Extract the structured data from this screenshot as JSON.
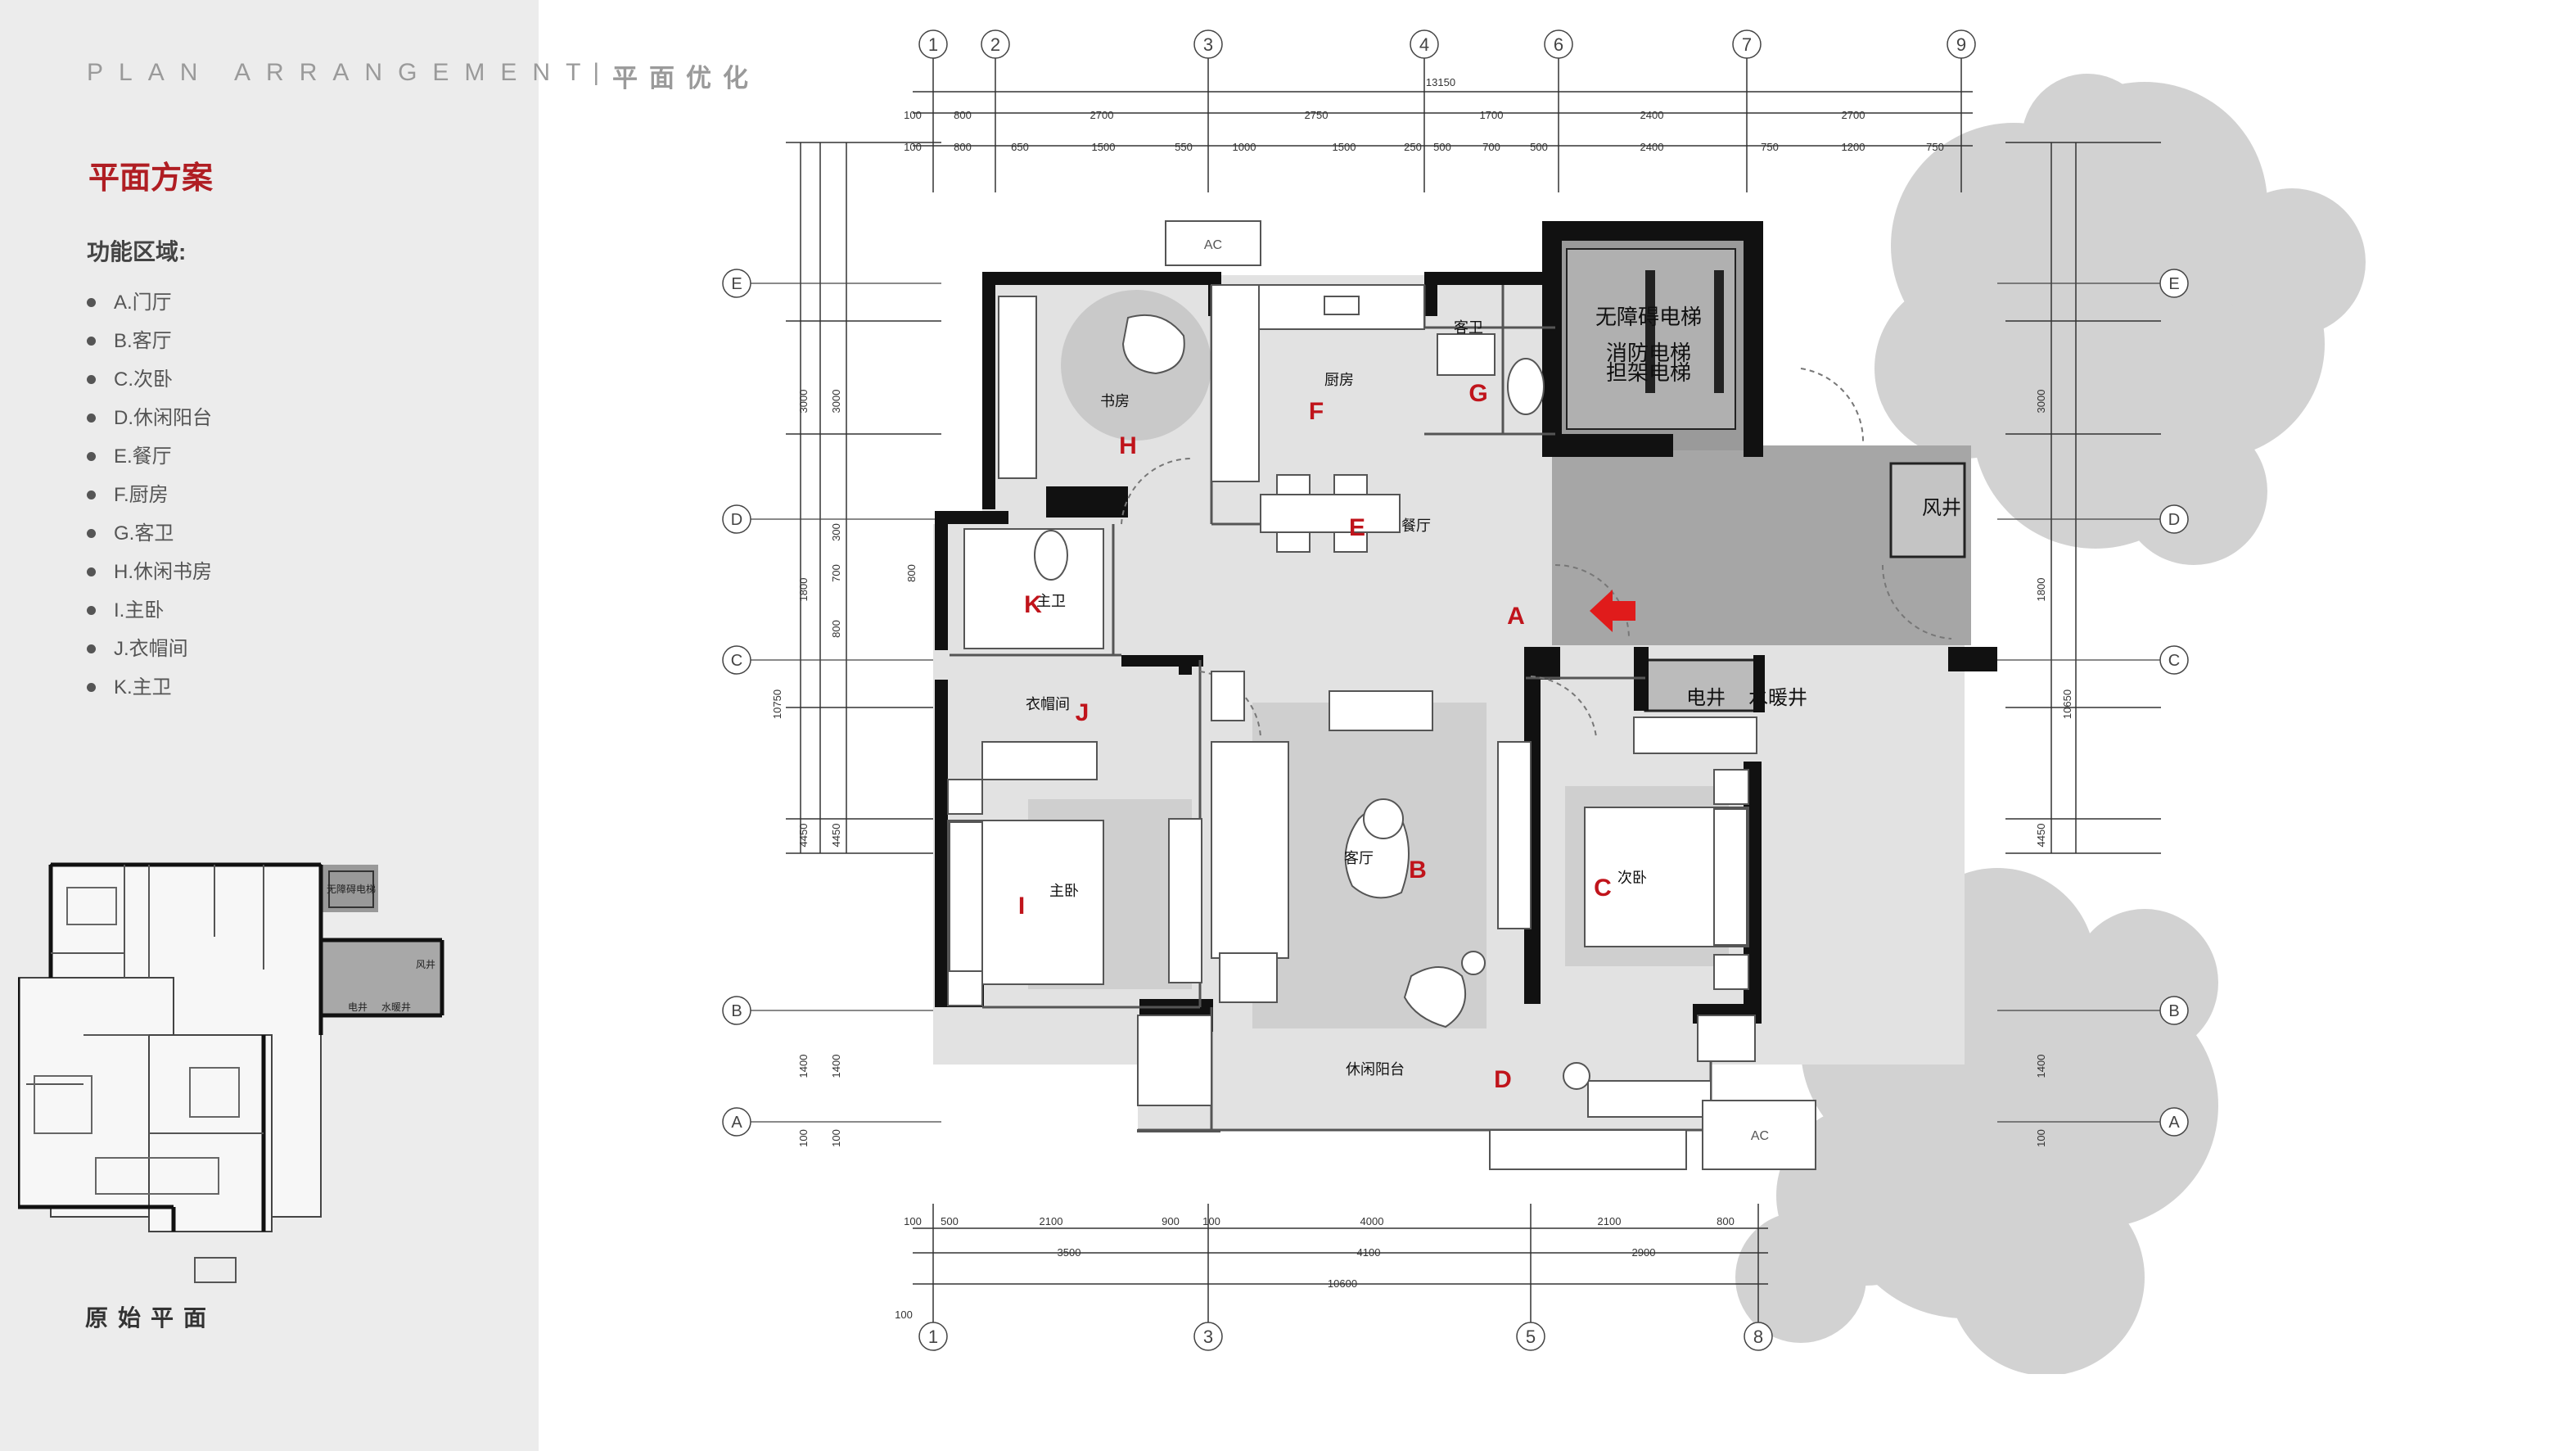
{
  "header": {
    "title_en": "PLAN ARRANGEMENT",
    "separator": "|",
    "title_cn": "平面优化"
  },
  "sidebar": {
    "section_title": "平面方案",
    "functions_title": "功能区域:",
    "functions": [
      "A.门厅",
      "B.客厅",
      "C.次卧",
      "D.休闲阳台",
      "E.餐厅",
      "F.厨房",
      "G.客卫",
      "H.休闲书房",
      "I.主卧",
      "J.衣帽间",
      "K.主卫"
    ],
    "original_plan_title": "原始平面"
  },
  "mini_plan": {
    "labels": [
      "无障碍电梯",
      "风井",
      "电井",
      "水暖井"
    ]
  },
  "plan": {
    "colors": {
      "accent_red": "#c0141b",
      "wall": "#111111",
      "floor": "#d8d8d8",
      "shaft": "#9c9c9c",
      "tree": "#cfcfcf"
    },
    "top_axes": [
      "1",
      "2",
      "3",
      "4",
      "6",
      "7",
      "9"
    ],
    "bottom_axes": [
      "1",
      "3",
      "5",
      "8"
    ],
    "side_axes": [
      "E",
      "D",
      "C",
      "B",
      "A"
    ],
    "top_total": "13150",
    "top_row1": [
      "100",
      "800",
      "2700",
      "2750",
      "1700",
      "2400",
      "2700"
    ],
    "top_row2": [
      "100",
      "800",
      "650",
      "1500",
      "550",
      "1000",
      "1500",
      "250",
      "500",
      "700",
      "500",
      "2400",
      "750",
      "1200",
      "750"
    ],
    "bottom_row1": [
      "100",
      "500",
      "2100",
      "900",
      "100",
      "4000",
      "2100",
      "800"
    ],
    "bottom_row2": [
      "3500",
      "4100",
      "2900"
    ],
    "bottom_total": "10600",
    "bottom_edge": "100",
    "left_outer": [
      "3000",
      "1800",
      "4450",
      "1400",
      "100"
    ],
    "left_inner": [
      "3000",
      "300",
      "700",
      "800",
      "4450",
      "1400",
      "100"
    ],
    "left_total": "10750",
    "left_small": "800",
    "right_outer": [
      "3000",
      "1800",
      "4450",
      "1400",
      "100"
    ],
    "right_total": "10650",
    "room_labels": {
      "study": "书房",
      "kitchen": "厨房",
      "guest_bath": "客卫",
      "dining": "餐厅",
      "master_bath": "主卫",
      "cloakroom": "衣帽间",
      "living": "客厅",
      "master_bed": "主卧",
      "second_bed": "次卧",
      "balcony": "休闲阳台",
      "elevator_a": "无障碍电梯",
      "elevator_b": "消防电梯",
      "elevator_c": "担架电梯",
      "air_shaft": "风井",
      "elec_shaft": "电井",
      "water_shaft": "水暖井",
      "ac": "AC"
    },
    "zone_letters": [
      "A",
      "B",
      "C",
      "D",
      "E",
      "F",
      "G",
      "H",
      "I",
      "J",
      "K"
    ]
  }
}
